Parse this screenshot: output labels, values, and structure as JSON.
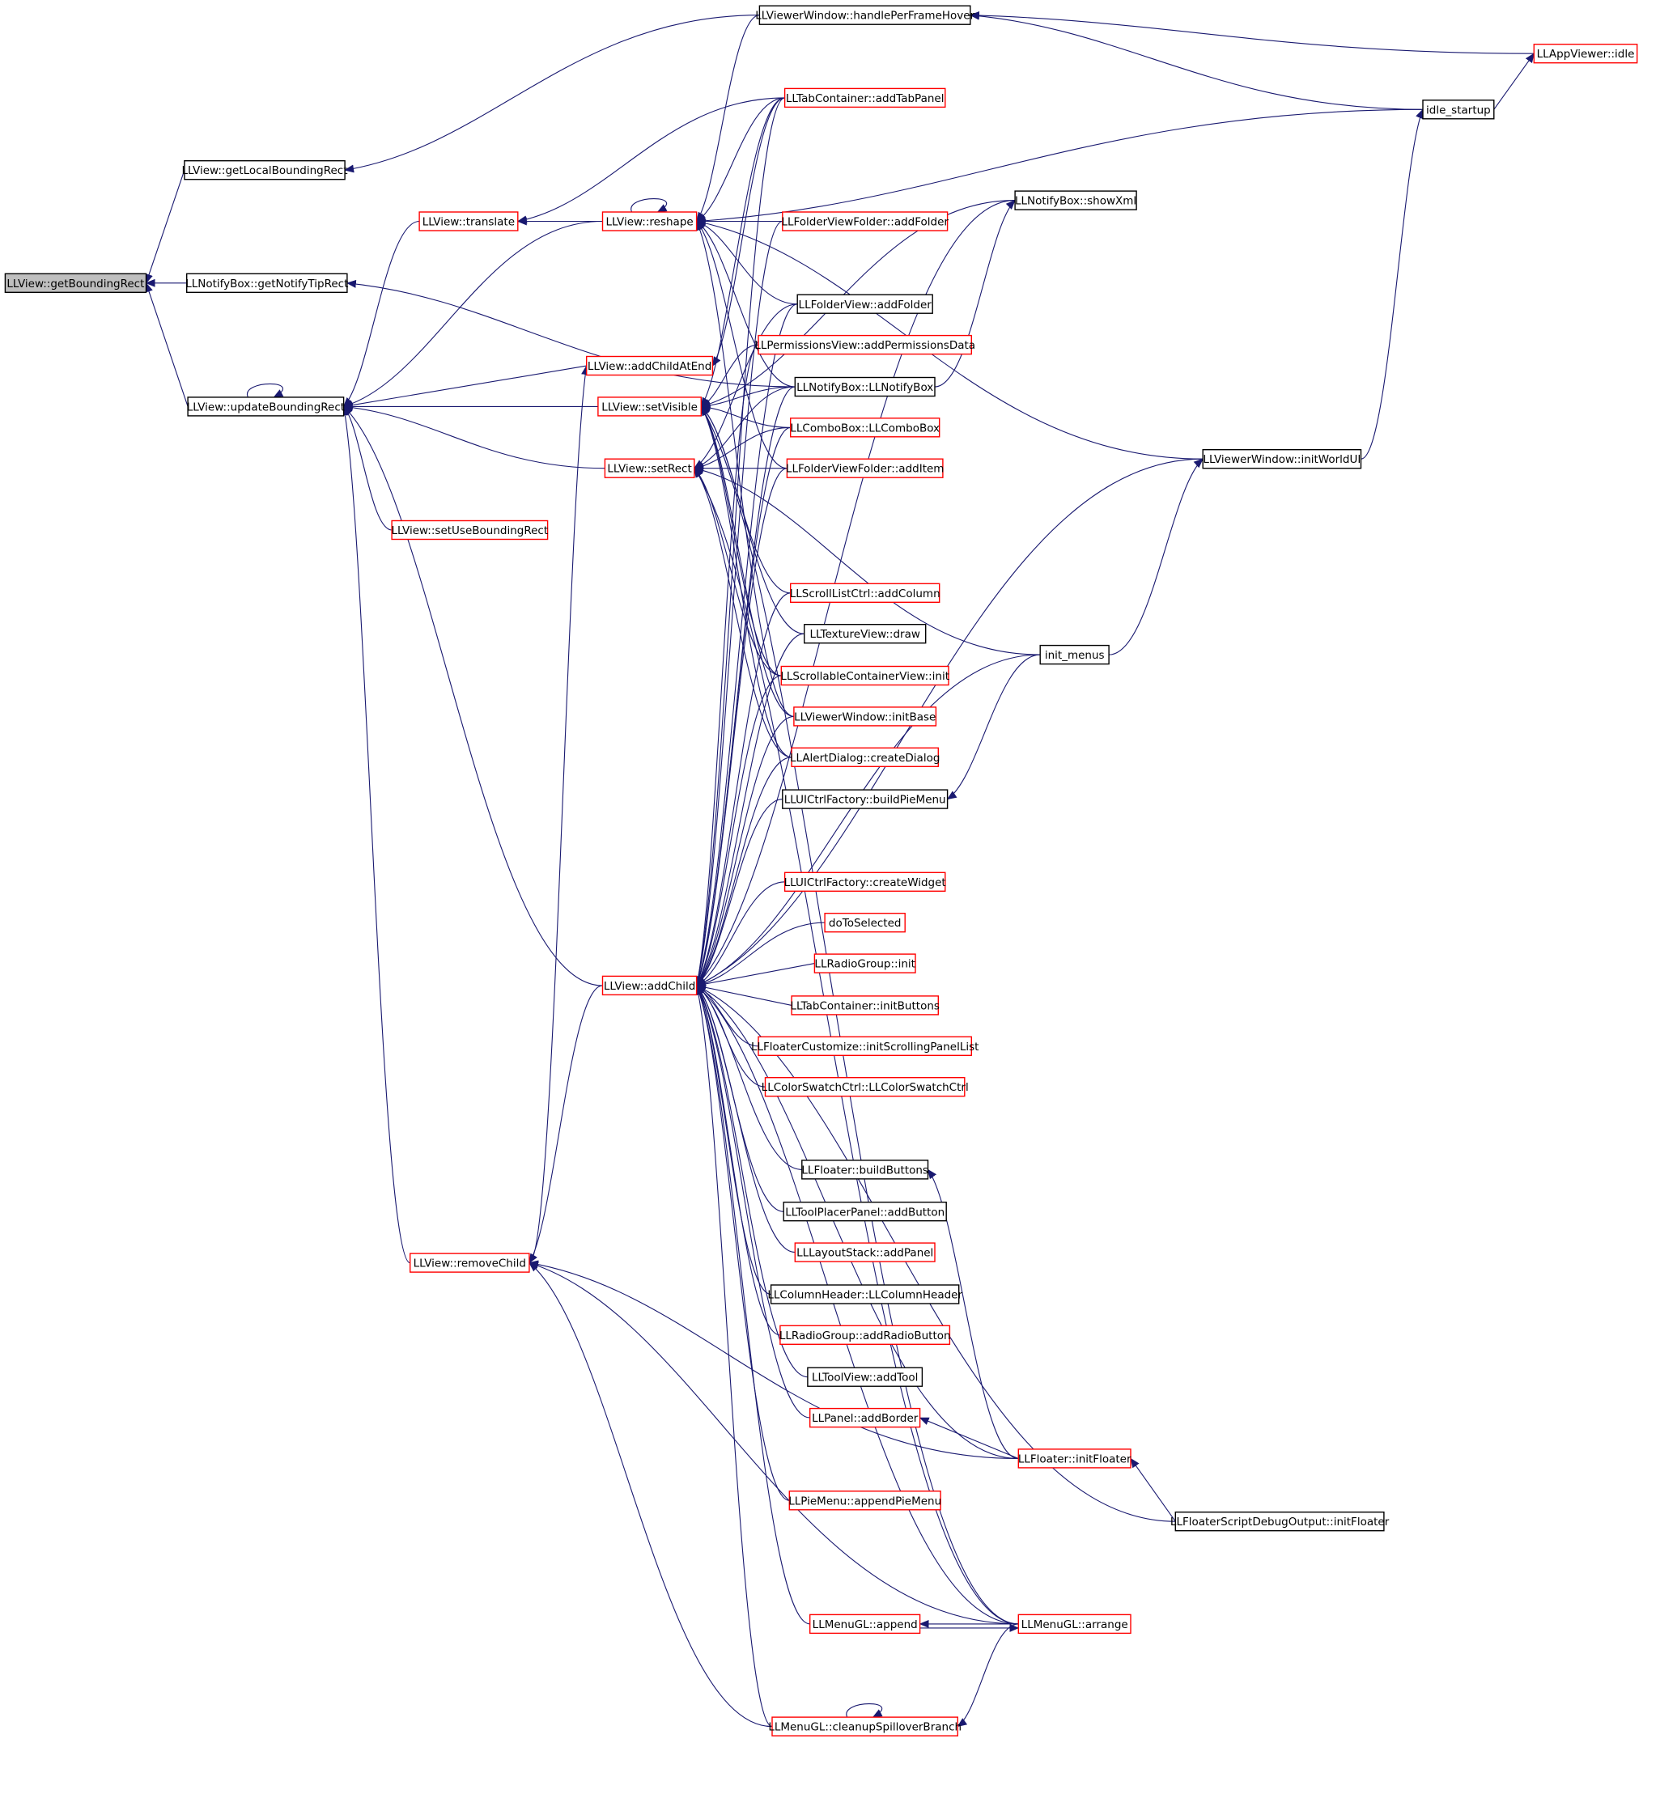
{
  "colors": {
    "edge": "#191970",
    "focus_fill": "#bfbfbf",
    "border_black": "#000000",
    "border_red": "#ff0000",
    "background": "#ffffff"
  },
  "nodes": [
    {
      "id": "getBoundingRect",
      "label": "LLView::getBoundingRect",
      "style": "focus"
    },
    {
      "id": "getLocalBoundingRect",
      "label": "LLView::getLocalBoundingRect",
      "style": "black"
    },
    {
      "id": "getNotifyTipRect",
      "label": "LLNotifyBox::getNotifyTipRect",
      "style": "black"
    },
    {
      "id": "updateBoundingRect",
      "label": "LLView::updateBoundingRect",
      "style": "black"
    },
    {
      "id": "translate",
      "label": "LLView::translate",
      "style": "red"
    },
    {
      "id": "reshape",
      "label": "LLView::reshape",
      "style": "red"
    },
    {
      "id": "addChildAtEnd",
      "label": "LLView::addChildAtEnd",
      "style": "red"
    },
    {
      "id": "setVisible",
      "label": "LLView::setVisible",
      "style": "red"
    },
    {
      "id": "setRect",
      "label": "LLView::setRect",
      "style": "red"
    },
    {
      "id": "setUseBoundingRect",
      "label": "LLView::setUseBoundingRect",
      "style": "red"
    },
    {
      "id": "addChild",
      "label": "LLView::addChild",
      "style": "red"
    },
    {
      "id": "removeChild",
      "label": "LLView::removeChild",
      "style": "red"
    },
    {
      "id": "handlePerFrameHover",
      "label": "LLViewerWindow::handlePerFrameHover",
      "style": "black"
    },
    {
      "id": "addTabPanel",
      "label": "LLTabContainer::addTabPanel",
      "style": "red"
    },
    {
      "id": "folderViewFolderAddFolder",
      "label": "LLFolderViewFolder::addFolder",
      "style": "red"
    },
    {
      "id": "folderViewAddFolder",
      "label": "LLFolderView::addFolder",
      "style": "black"
    },
    {
      "id": "addPermissionsData",
      "label": "LLPermissionsView::addPermissionsData",
      "style": "red"
    },
    {
      "id": "notifyBoxCtor",
      "label": "LLNotifyBox::LLNotifyBox",
      "style": "black"
    },
    {
      "id": "comboBoxCtor",
      "label": "LLComboBox::LLComboBox",
      "style": "red"
    },
    {
      "id": "addItem",
      "label": "LLFolderViewFolder::addItem",
      "style": "red"
    },
    {
      "id": "addColumn",
      "label": "LLScrollListCtrl::addColumn",
      "style": "red"
    },
    {
      "id": "textureViewDraw",
      "label": "LLTextureView::draw",
      "style": "black"
    },
    {
      "id": "scrollableInit",
      "label": "LLScrollableContainerView::init",
      "style": "red"
    },
    {
      "id": "initBase",
      "label": "LLViewerWindow::initBase",
      "style": "red"
    },
    {
      "id": "createDialog",
      "label": "LLAlertDialog::createDialog",
      "style": "red"
    },
    {
      "id": "buildPieMenu",
      "label": "LLUICtrlFactory::buildPieMenu",
      "style": "black"
    },
    {
      "id": "createWidget",
      "label": "LLUICtrlFactory::createWidget",
      "style": "red"
    },
    {
      "id": "doToSelected",
      "label": "doToSelected",
      "style": "red"
    },
    {
      "id": "radioGroupInit",
      "label": "LLRadioGroup::init",
      "style": "red"
    },
    {
      "id": "initButtons",
      "label": "LLTabContainer::initButtons",
      "style": "red"
    },
    {
      "id": "initScrollingPanelList",
      "label": "LLFloaterCustomize::initScrollingPanelList",
      "style": "red"
    },
    {
      "id": "colorSwatchCtor",
      "label": "LLColorSwatchCtrl::LLColorSwatchCtrl",
      "style": "red"
    },
    {
      "id": "buildButtons",
      "label": "LLFloater::buildButtons",
      "style": "black"
    },
    {
      "id": "toolPlacerAddButton",
      "label": "LLToolPlacerPanel::addButton",
      "style": "black"
    },
    {
      "id": "addPanel",
      "label": "LLLayoutStack::addPanel",
      "style": "red"
    },
    {
      "id": "columnHeaderCtor",
      "label": "LLColumnHeader::LLColumnHeader",
      "style": "black"
    },
    {
      "id": "addRadioButton",
      "label": "LLRadioGroup::addRadioButton",
      "style": "red"
    },
    {
      "id": "addTool",
      "label": "LLToolView::addTool",
      "style": "black"
    },
    {
      "id": "addBorder",
      "label": "LLPanel::addBorder",
      "style": "red"
    },
    {
      "id": "appendPieMenu",
      "label": "LLPieMenu::appendPieMenu",
      "style": "red"
    },
    {
      "id": "menuAppend",
      "label": "LLMenuGL::append",
      "style": "red"
    },
    {
      "id": "cleanupSpillover",
      "label": "LLMenuGL::cleanupSpilloverBranch",
      "style": "red"
    },
    {
      "id": "showXml",
      "label": "LLNotifyBox::showXml",
      "style": "black"
    },
    {
      "id": "initMenus",
      "label": "init_menus",
      "style": "black"
    },
    {
      "id": "initWorldUI",
      "label": "LLViewerWindow::initWorldUI",
      "style": "black"
    },
    {
      "id": "idleStartup",
      "label": "idle_startup",
      "style": "black"
    },
    {
      "id": "appViewerIdle",
      "label": "LLAppViewer::idle",
      "style": "red"
    },
    {
      "id": "floaterInit",
      "label": "LLFloater::initFloater",
      "style": "red"
    },
    {
      "id": "scriptDebugInit",
      "label": "LLFloaterScriptDebugOutput::initFloater",
      "style": "black"
    },
    {
      "id": "menuArrange",
      "label": "LLMenuGL::arrange",
      "style": "red"
    }
  ]
}
